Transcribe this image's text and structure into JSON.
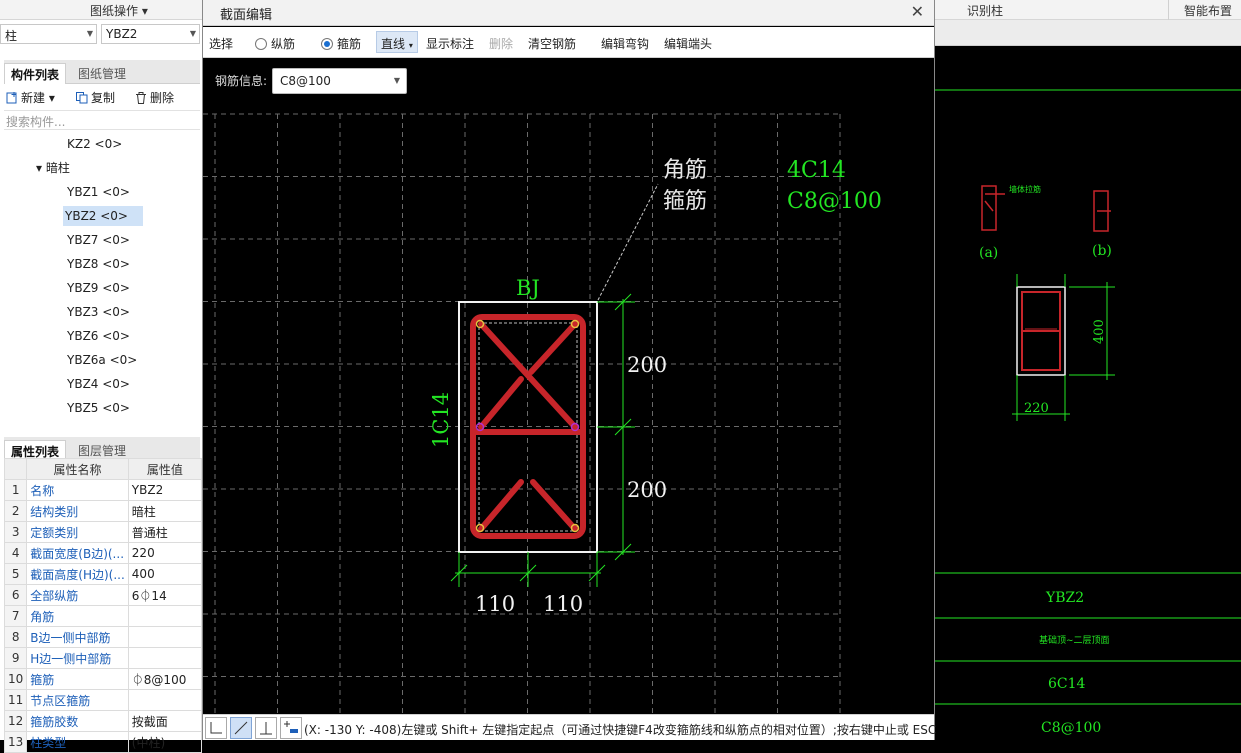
{
  "topbar": {
    "drawing_ops": "图纸操作",
    "recognize_column": "识别柱",
    "smart_layout": "智能布置"
  },
  "left": {
    "type_combo": "柱",
    "name_combo": "YBZ2",
    "tabs": [
      "构件列表",
      "图纸管理"
    ],
    "tools": {
      "new": "新建",
      "copy": "复制",
      "delete": "删除"
    },
    "search_placeholder": "搜索构件...",
    "tree": [
      "KZ2 <0>",
      "暗柱",
      "YBZ1 <0>",
      "YBZ2 <0>",
      "YBZ7 <0>",
      "YBZ8 <0>",
      "YBZ9 <0>",
      "YBZ3 <0>",
      "YBZ6 <0>",
      "YBZ6a <0>",
      "YBZ4 <0>",
      "YBZ5 <0>"
    ],
    "prop_tabs": [
      "属性列表",
      "图层管理"
    ],
    "prop_header": {
      "name": "属性名称",
      "value": "属性值"
    },
    "props": [
      {
        "n": "1",
        "k": "名称",
        "v": "YBZ2"
      },
      {
        "n": "2",
        "k": "结构类别",
        "v": "暗柱"
      },
      {
        "n": "3",
        "k": "定额类别",
        "v": "普通柱"
      },
      {
        "n": "4",
        "k": "截面宽度(B边)(...",
        "v": "220"
      },
      {
        "n": "5",
        "k": "截面高度(H边)(...",
        "v": "400"
      },
      {
        "n": "6",
        "k": "全部纵筋",
        "v": "6⏀14"
      },
      {
        "n": "7",
        "k": "角筋",
        "v": ""
      },
      {
        "n": "8",
        "k": "B边一侧中部筋",
        "v": ""
      },
      {
        "n": "9",
        "k": "H边一侧中部筋",
        "v": ""
      },
      {
        "n": "10",
        "k": "箍筋",
        "v": "⏀8@100"
      },
      {
        "n": "11",
        "k": "节点区箍筋",
        "v": ""
      },
      {
        "n": "12",
        "k": "箍筋胶数",
        "v": "按截面"
      },
      {
        "n": "13",
        "k": "柱类型",
        "v": "(中柱)"
      }
    ]
  },
  "dialog": {
    "title": "截面编辑",
    "tools": {
      "select": "选择",
      "long_bar": "纵筋",
      "stirrup": "箍筋",
      "line": "直线",
      "show_label": "显示标注",
      "delete": "删除",
      "clear": "清空钢筋",
      "edit_hook": "编辑弯钩",
      "edit_end": "编辑端头"
    },
    "rebar_info_label": "钢筋信息:",
    "rebar_info_value": "C8@100",
    "canvas": {
      "corner_label": "角筋",
      "stirrup_label": "箍筋",
      "corner_value": "4C14",
      "stirrup_value": "C8@100",
      "top_label": "BJ",
      "side_label": "1C14",
      "dim_v1": "200",
      "dim_v2": "200",
      "dim_h1": "110",
      "dim_h2": "110"
    },
    "status_text": "(X: -130 Y: -408)左键或 Shift+ 左键指定起点（可通过快捷键F4改变箍筋线和纵筋点的相对位置）;按右键中止或 ESC"
  },
  "right_cad": {
    "label_a": "(a)",
    "label_b": "(b)",
    "dim_height": "400",
    "dim_width": "220",
    "row1": "YBZ2",
    "row2": "基础顶~二层顶面",
    "row3": "6C14",
    "row4": "C8@100"
  },
  "colors": {
    "cad_green": "#23e623",
    "rebar_red": "#c7252a",
    "grid_gray": "#6a6a6a"
  }
}
